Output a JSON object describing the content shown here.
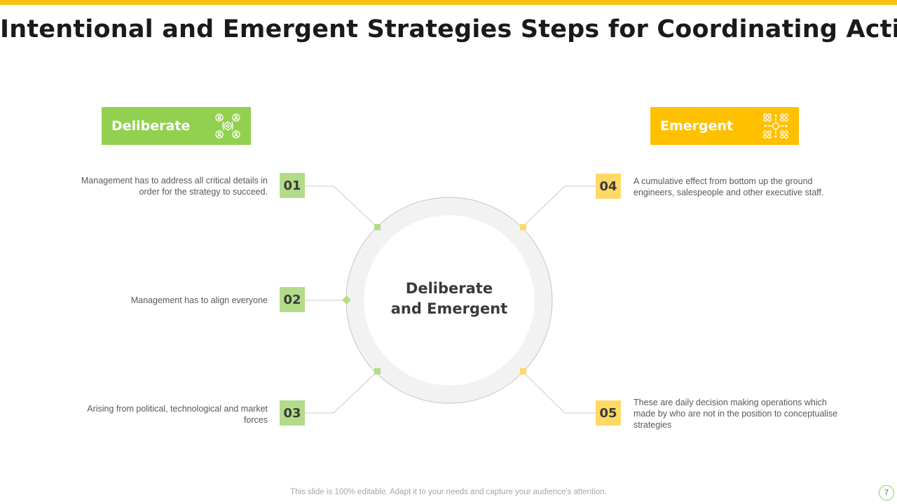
{
  "slide": {
    "title": "Intentional and Emergent Strategies Steps for Coordinating Action",
    "footer_note": "This slide is 100% editable. Adapt it to your needs and capture your audience's attention.",
    "page_number": "7"
  },
  "colors": {
    "accent_yellow": "#ffc000",
    "top_bar": "#fcc10f",
    "accent_green": "#92d050",
    "badge_green": "#b3dc8a",
    "badge_yellow": "#ffd966",
    "ring": "#f2f2f2"
  },
  "categories": {
    "deliberate": {
      "label": "Deliberate",
      "icon": "team-gear-icon"
    },
    "emergent": {
      "label": "Emergent",
      "icon": "network-pattern-icon"
    }
  },
  "center": {
    "line1": "Deliberate",
    "line2": "and Emergent"
  },
  "steps": [
    {
      "number": "01",
      "text": "Management  has to address all critical details in order  for  the strategy to succeed."
    },
    {
      "number": "02",
      "text": "Management  has to align everyone"
    },
    {
      "number": "03",
      "text": "Arising from  political, technological and market forces"
    },
    {
      "number": "04",
      "text": "A cumulative  effect from bottom up the ground engineers,  salespeople  and other executive  staff."
    },
    {
      "number": "05",
      "text": "These  are  daily decision making operations  which made by who are not in the position to conceptualise strategies"
    }
  ]
}
